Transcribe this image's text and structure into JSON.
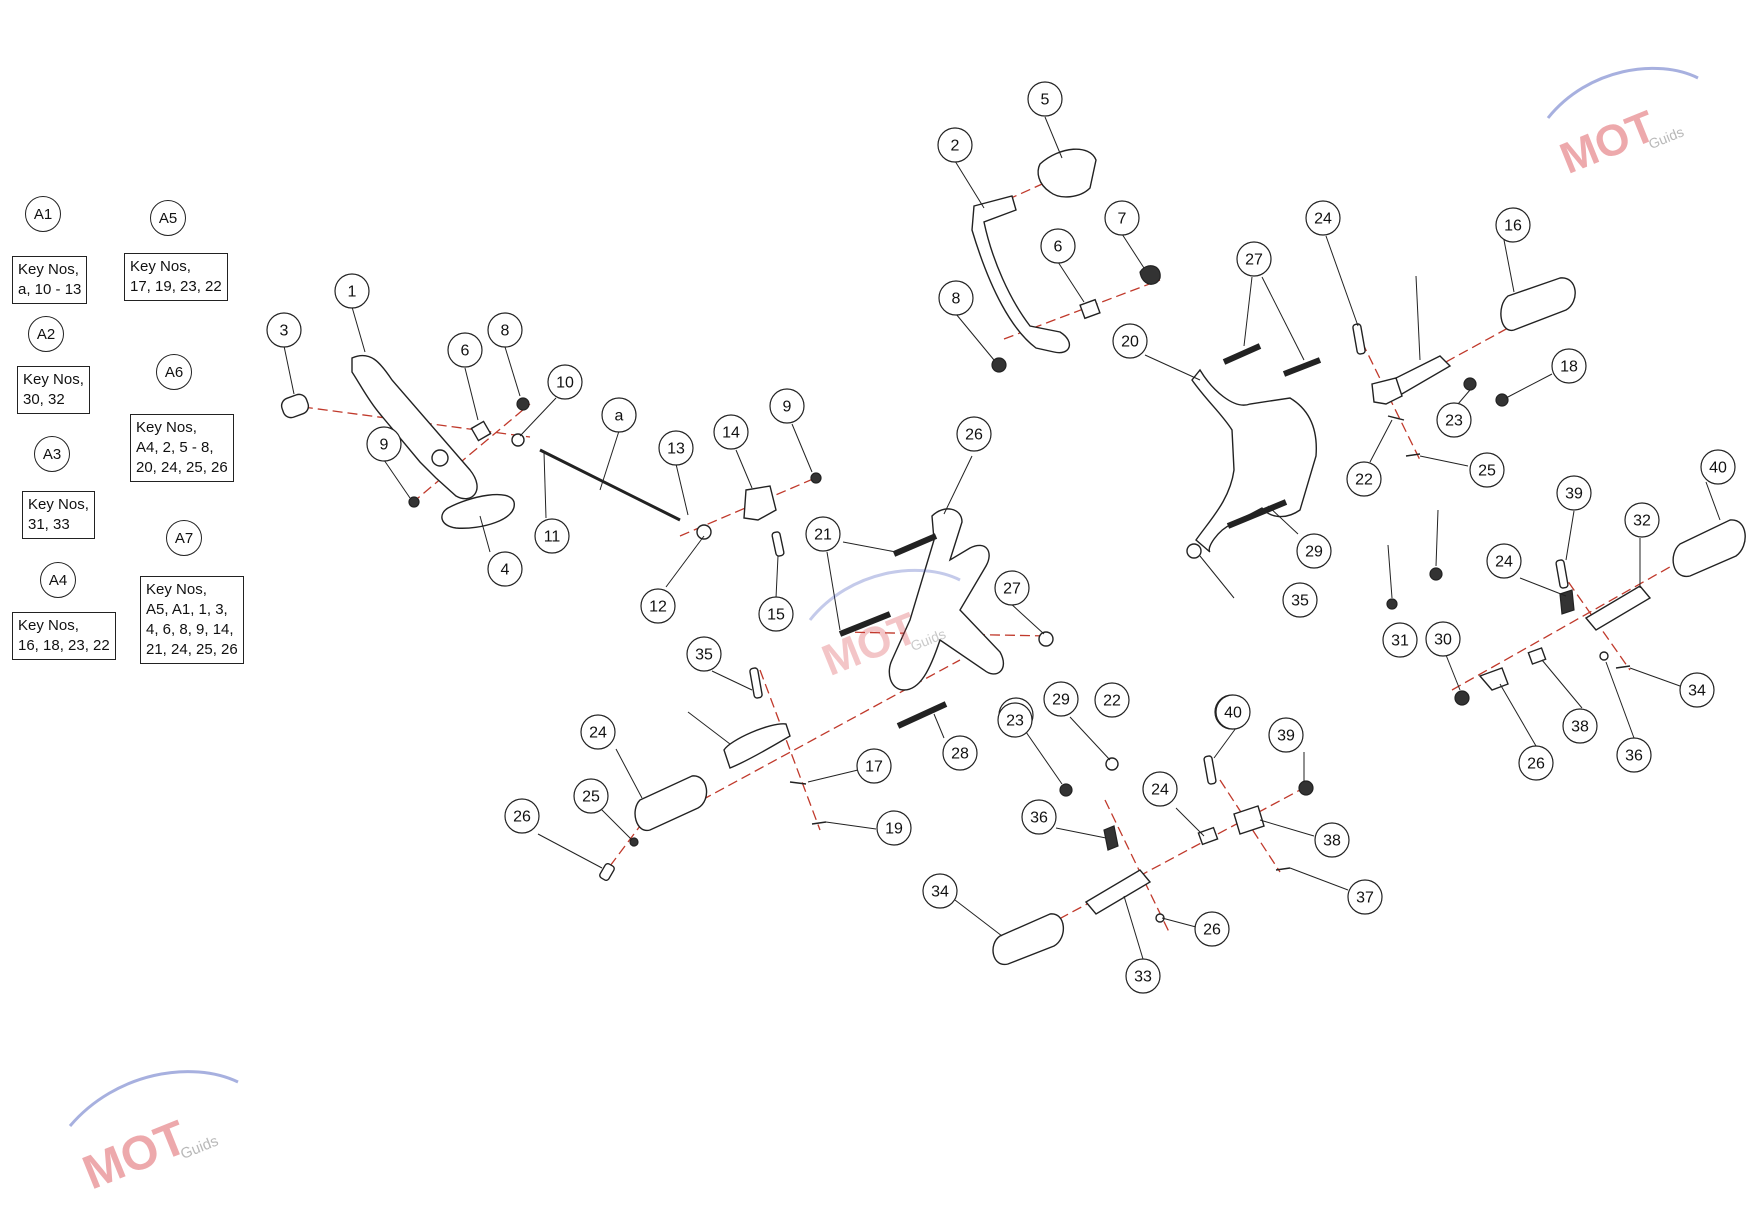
{
  "watermark": {
    "text": "MOT",
    "sub": "Guids",
    "color_red": "#d9434a",
    "color_blue": "#3b4fb8",
    "color_gray": "#8a8a8a"
  },
  "kits": [
    {
      "id": "A1",
      "box": "Key Nos,\na, 10 - 13"
    },
    {
      "id": "A2",
      "box": "Key Nos,\n30, 32"
    },
    {
      "id": "A3",
      "box": "Key Nos,\n31, 33"
    },
    {
      "id": "A4",
      "box": "Key Nos,\n16, 18, 23, 22"
    },
    {
      "id": "A5",
      "box": "Key Nos,\n17, 19, 23, 22"
    },
    {
      "id": "A6",
      "box": "Key Nos,\nA4, 2, 5 - 8,\n20, 24, 25, 26"
    },
    {
      "id": "A7",
      "box": "Key Nos,\nA5, A1, 1, 3,\n4, 6, 8, 9, 14,\n21, 24, 25, 26"
    }
  ],
  "callouts": [
    "1",
    "3",
    "6",
    "8",
    "9",
    "10",
    "a",
    "11",
    "4",
    "13",
    "14",
    "9",
    "12",
    "15",
    "5",
    "2",
    "7",
    "6",
    "8",
    "27",
    "20",
    "24",
    "16",
    "18",
    "23",
    "22",
    "25",
    "26",
    "21",
    "27",
    "29",
    "28",
    "29",
    "28",
    "40",
    "39",
    "32",
    "24",
    "30",
    "34",
    "38",
    "26",
    "36",
    "37",
    "35",
    "24",
    "17",
    "19",
    "25",
    "26",
    "22",
    "23",
    "40",
    "39",
    "24",
    "38",
    "36",
    "37",
    "34",
    "26",
    "33",
    "35",
    "31"
  ],
  "colors": {
    "axis": "#c0392b",
    "line": "#222222"
  }
}
